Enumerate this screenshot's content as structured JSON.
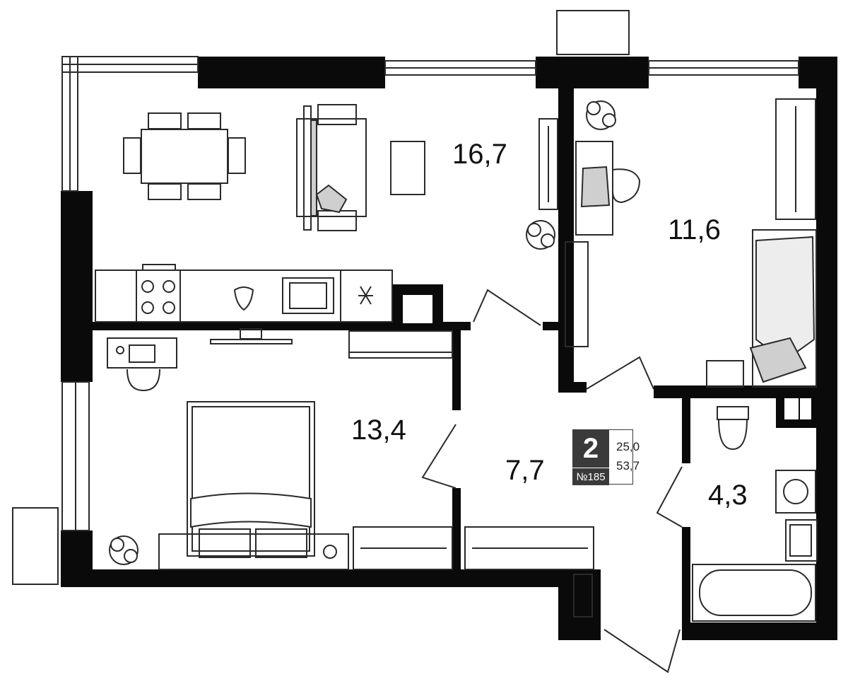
{
  "rooms": {
    "living_kitchen": {
      "area": "16,7"
    },
    "bedroom_right": {
      "area": "11,6"
    },
    "bedroom_left": {
      "area": "13,4"
    },
    "hallway": {
      "area": "7,7"
    },
    "bathroom": {
      "area": "4,3"
    }
  },
  "badge": {
    "rooms_count": "2",
    "apartment_number": "№185",
    "living_area": "25,0",
    "total_area": "53,7"
  },
  "colors": {
    "wall": "#0a0a0a",
    "line": "#2a2a2a",
    "furniture_shade": "#cfcfcf",
    "badge": "#3a3a3a"
  }
}
